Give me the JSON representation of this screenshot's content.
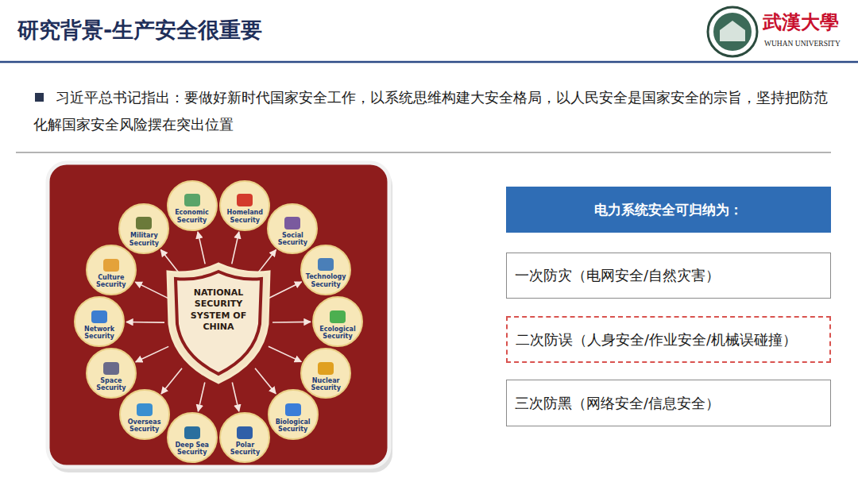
{
  "diagram": {
    "title": "研究背景-生产安全很重要",
    "nodes": [
      {
        "text": [
          "NATIONAL SECURITY SYSTEM OF CHINA"
        ]
      },
      {
        "text": [
          "Economic Security"
        ]
      },
      {
        "text": [
          "Homeland Security"
        ]
      },
      {
        "text": [
          "Social Security"
        ]
      },
      {
        "text": [
          "Technology Security"
        ]
      },
      {
        "text": [
          "Ecological Security"
        ]
      },
      {
        "text": [
          "Nuclear Security"
        ]
      },
      {
        "text": [
          "Biological Security"
        ]
      },
      {
        "text": [
          "Polar Security"
        ]
      },
      {
        "text": [
          "Deep Sea Security"
        ]
      },
      {
        "text": [
          "Overseas Security"
        ]
      },
      {
        "text": [
          "Space Security"
        ]
      },
      {
        "text": [
          "Network Security"
        ]
      },
      {
        "text": [
          "Culture Security"
        ]
      },
      {
        "text": [
          "Military Security"
        ]
      },
      {
        "text": [
          "电力系统安全可归纳为："
        ]
      },
      {
        "text": [
          "一次防灾（电网安全/自然灾害）"
        ]
      },
      {
        "text": [
          "二次防误（人身安全/作业安全/机械误碰撞）"
        ]
      },
      {
        "text": [
          "三次防黑（网络安全/信息安全）"
        ]
      }
    ],
    "edges": [
      {
        "from": 0,
        "to": 1,
        "arrow": "to"
      },
      {
        "from": 0,
        "to": 2,
        "arrow": "to"
      },
      {
        "from": 0,
        "to": 3,
        "arrow": "to"
      },
      {
        "from": 0,
        "to": 4,
        "arrow": "to"
      },
      {
        "from": 0,
        "to": 5,
        "arrow": "to"
      },
      {
        "from": 0,
        "to": 6,
        "arrow": "to"
      },
      {
        "from": 0,
        "to": 7,
        "arrow": "to"
      },
      {
        "from": 0,
        "to": 8,
        "arrow": "to"
      },
      {
        "from": 0,
        "to": 9,
        "arrow": "to"
      },
      {
        "from": 0,
        "to": 10,
        "arrow": "to"
      },
      {
        "from": 0,
        "to": 11,
        "arrow": "to"
      },
      {
        "from": 0,
        "to": 12,
        "arrow": "to"
      },
      {
        "from": 0,
        "to": 13,
        "arrow": "to"
      },
      {
        "from": 0,
        "to": 14,
        "arrow": "to"
      }
    ],
    "labels": [
      "习近平总书记指出：要做好新时代国家安全工作，以系统思维构建大安全格局，以人民安全是国家安全的宗旨，坚持把防范化解国家安全风险摆在突出位置",
      "武漢大學",
      "WUHAN UNIVERSITY"
    ]
  }
}
